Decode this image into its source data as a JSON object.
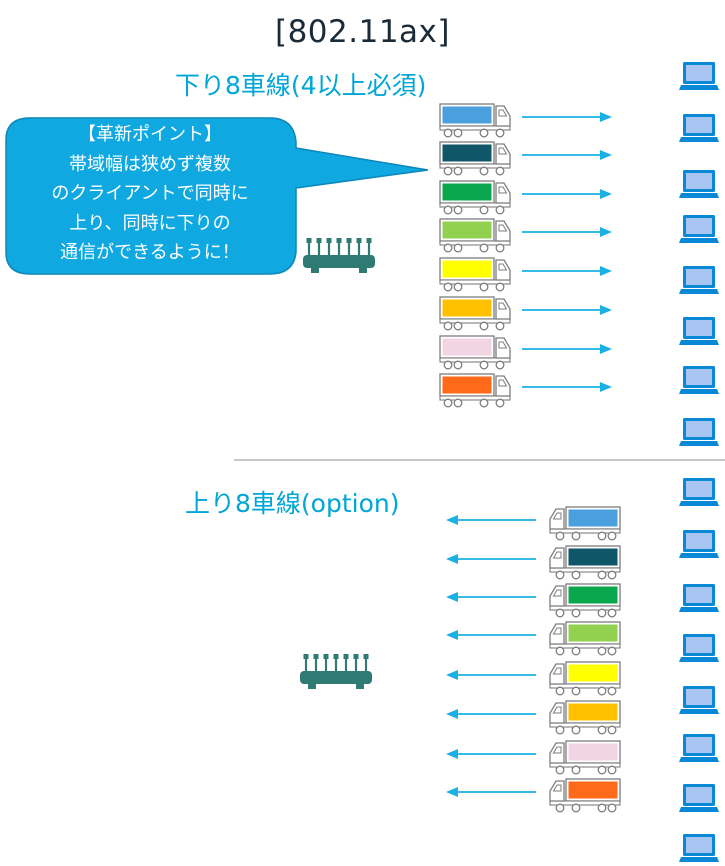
{
  "title": "[802.11ax]",
  "downlink": {
    "label": "下り8車線(4以上必須)",
    "lane_colors": [
      "#4a9fdc",
      "#0e5668",
      "#0aa84e",
      "#92d050",
      "#ffff00",
      "#ffc000",
      "#f1d5e2",
      "#ff6a1a"
    ]
  },
  "uplink": {
    "label": "上り8車線(option)",
    "lane_colors": [
      "#4a9fdc",
      "#0e5668",
      "#0aa84e",
      "#92d050",
      "#ffff00",
      "#ffc000",
      "#f1d5e2",
      "#ff6a1a"
    ]
  },
  "callout": {
    "lines": [
      "【革新ポイント】",
      "帯域幅は狭めず複数",
      "のクライアントで同時に",
      "上り、同時に下りの",
      "通信ができるように！"
    ],
    "color": "#10a8e0"
  },
  "colors": {
    "accent": "#00a6d6",
    "arrow": "#1ab0e4",
    "router": "#2f7a72",
    "laptop": "#0a88d8",
    "laptop_screen": "#a9c5f2"
  },
  "icons": {
    "router": "router-icon",
    "truck": "truck-icon",
    "laptop": "laptop-icon",
    "arrow": "arrow-icon"
  }
}
